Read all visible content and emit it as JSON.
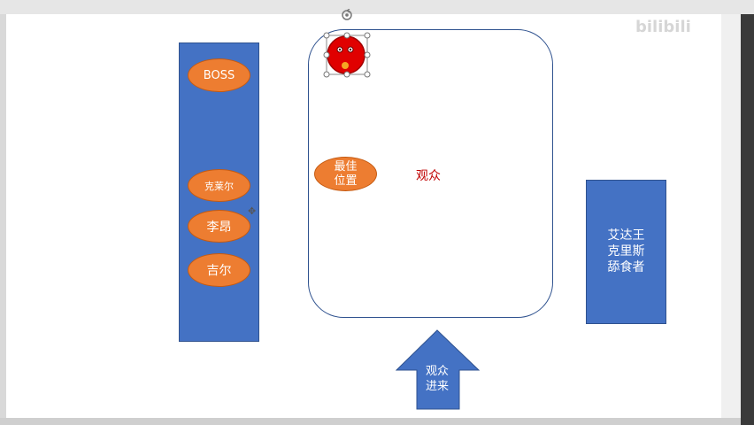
{
  "colors": {
    "blue_fill": "#4472c4",
    "orange_fill": "#ed7d31",
    "stage_border": "#2f528f",
    "audience_text": "#c00000",
    "face_red": "#e00000"
  },
  "left_column": {
    "ovals": [
      "BOSS",
      "克莱尔",
      "李昂",
      "吉尔"
    ]
  },
  "stage": {
    "audience_label": "观众",
    "best_position_lines": [
      "最佳",
      "位置"
    ]
  },
  "right_column": {
    "lines": [
      "艾达王",
      "克里斯",
      "舔食者"
    ]
  },
  "entrance_arrow": {
    "lines": [
      "观众",
      "进来"
    ]
  },
  "watermark": {
    "text": "bilibili"
  },
  "icons": {
    "selected_shape": "smiley-face-icon",
    "rotate_handle": "rotate-handle-icon",
    "cursor": "move-cursor-icon"
  }
}
